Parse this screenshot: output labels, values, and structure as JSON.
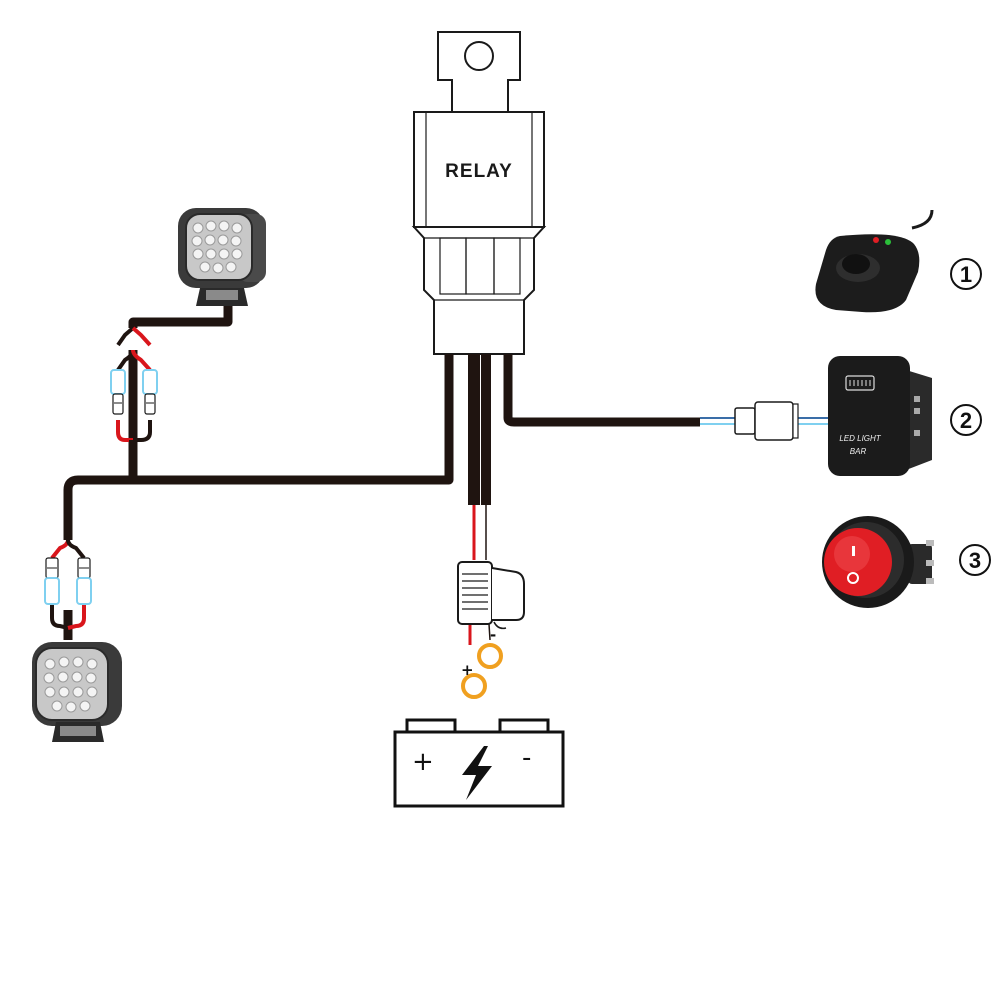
{
  "relay": {
    "label": "RELAY"
  },
  "battery": {
    "plus": "+",
    "minus": "-"
  },
  "battery_leads": {
    "plus": "+",
    "minus": "-"
  },
  "switches": [
    {
      "number": "1",
      "icon": "remote-switch-icon"
    },
    {
      "number": "2",
      "icon": "rocker-switch-icon",
      "text_line1": "LED LIGHT",
      "text_line2": "BAR"
    },
    {
      "number": "3",
      "icon": "round-toggle-switch-icon"
    }
  ],
  "lights": [
    {
      "icon": "led-pod-light-icon"
    },
    {
      "icon": "led-pod-light-icon"
    }
  ],
  "colors": {
    "wire_black": "#1f1410",
    "wire_red": "#d9161c",
    "connector_blue": "#7fd0f0",
    "ring_terminal": "#f0a020",
    "switch_red": "#e01e24"
  }
}
